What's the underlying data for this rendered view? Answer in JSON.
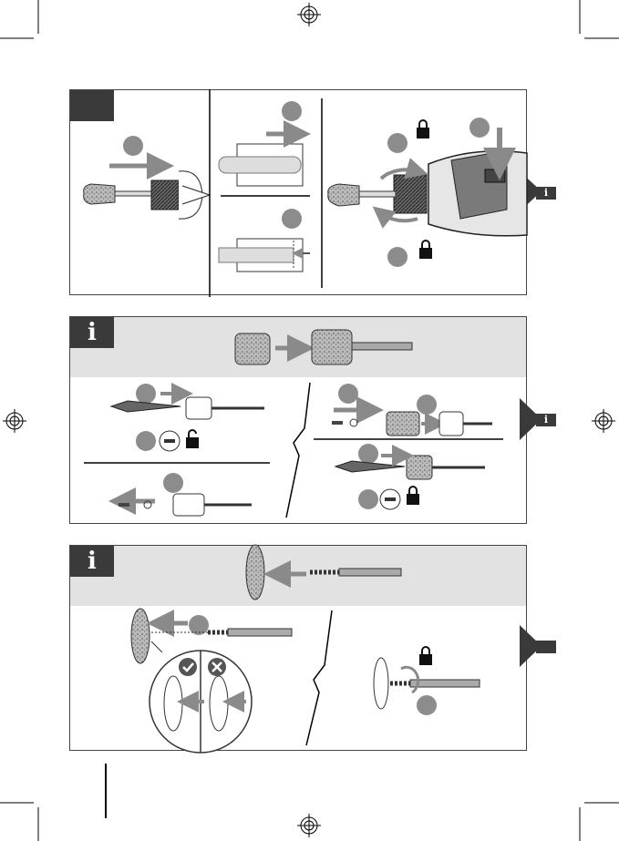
{
  "panels": {
    "one": {
      "badge": ""
    },
    "two": {
      "badge": "i"
    },
    "three": {
      "badge": "i"
    }
  },
  "tabs": [
    {
      "label": "i"
    },
    {
      "label": "i"
    },
    {
      "label": ""
    }
  ],
  "colors": {
    "dark": "#3a3a3a",
    "arrow": "#8a8a8a",
    "band": "#e2e2e2",
    "circle": "#8c8c8c"
  }
}
